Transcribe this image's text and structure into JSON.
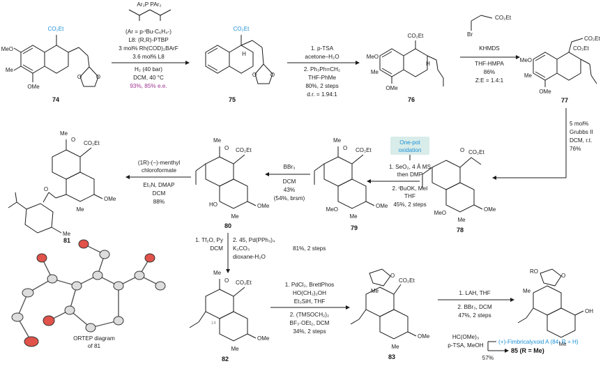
{
  "colors": {
    "co2et_blue": "#1a8fd6",
    "yield_purple": "#a0338f",
    "highlight_blue": "#1a8fd6",
    "oxidation_box": "#d8ece9",
    "ortep_oxygen": "#e0524a",
    "ink": "#1a1a1a"
  },
  "compounds": {
    "c74": "74",
    "c75": "75",
    "c76": "76",
    "c77": "77",
    "c78": "78",
    "c79": "79",
    "c80": "80",
    "c81": "81",
    "c82": "82",
    "c83": "83",
    "c85": "85 (R = Me)"
  },
  "atoms": {
    "meo": "MeO",
    "ome": "OMe",
    "me": "Me",
    "co2et": "CO₂Et",
    "o": "O",
    "h": "H",
    "ho": "HO",
    "oh": "OH",
    "ro": "RO",
    "br": "Br",
    "c14": "14"
  },
  "step1": {
    "ligand": "Ar₂P        PAr₂",
    "ar": "(Ar = p-ᵗBu-C₆H₄-)",
    "l8": "L8: (R,R)-PTBP",
    "cat": "3 mol% Rh(COD)₂BArF",
    "lig_amt": "3.6 mol% L8",
    "h2": "H₂ (40 bar)",
    "cond": "DCM, 40 °C",
    "yield": "93%, 85% e.e."
  },
  "step2": {
    "a": "1. p-TSA",
    "b": "acetone–H₂O",
    "c": "2. Ph₃Ph=CH₂",
    "d": "THF-PhMe",
    "e": "80%, 2 steps",
    "f": "d.r. = 1.94:1"
  },
  "step3": {
    "a": "KHMDS",
    "b": "THF-HMPA",
    "c": "86%",
    "d": "Z:E = 1.4:1"
  },
  "step4": {
    "a": "5 mol%",
    "b": "Grubbs II",
    "c": "DCM, r.t.",
    "d": "76%"
  },
  "step5": {
    "box": "One-pot\noxidation",
    "box1": "One-pot",
    "box2": "oxidation",
    "a": "1. SeO₂, 4 Å MS",
    "b": "then DMP",
    "c": "2. ᵗBuOK, MeI",
    "d": "THF",
    "e": "45%, 2 steps"
  },
  "step6": {
    "a": "BBr₃",
    "b": "DCM",
    "c": "43%",
    "d": "(54%, brsm)"
  },
  "step7": {
    "a": "(1R)-(−)-menthyl",
    "b": "chloroformate",
    "c": "Et₃N, DMAP",
    "d": "DCM",
    "e": "88%"
  },
  "step8": {
    "a": "1. Tf₂O, Py",
    "b": "DCM",
    "c": "2. 45, Pd(PPh₃)₄",
    "d": "K₂CO₃",
    "e": "dioxane-H₂O",
    "f": "81%, 2 steps"
  },
  "step9": {
    "a": "1. PdCl₂, BrettPhos",
    "b": "HO(CH₂)₂OH",
    "c": "Et₃SiH, THF",
    "d": "2. (TMSOCH₂)₂",
    "e": "BF₃·OEt₂, DCM",
    "f": "34%, 2 steps"
  },
  "step10": {
    "a": "1. LAH, THF",
    "b": "2. BBr₃, DCM",
    "c": "47%, 2 steps"
  },
  "step11": {
    "a": "HC(OMe)₃",
    "b": "p-TSA, MeOH",
    "c": "57%",
    "product": "(+)-Fimbricalyxoid A (84: R = H)"
  },
  "ortep": {
    "caption1": "ORTEP diagram",
    "caption2": "of 81"
  }
}
